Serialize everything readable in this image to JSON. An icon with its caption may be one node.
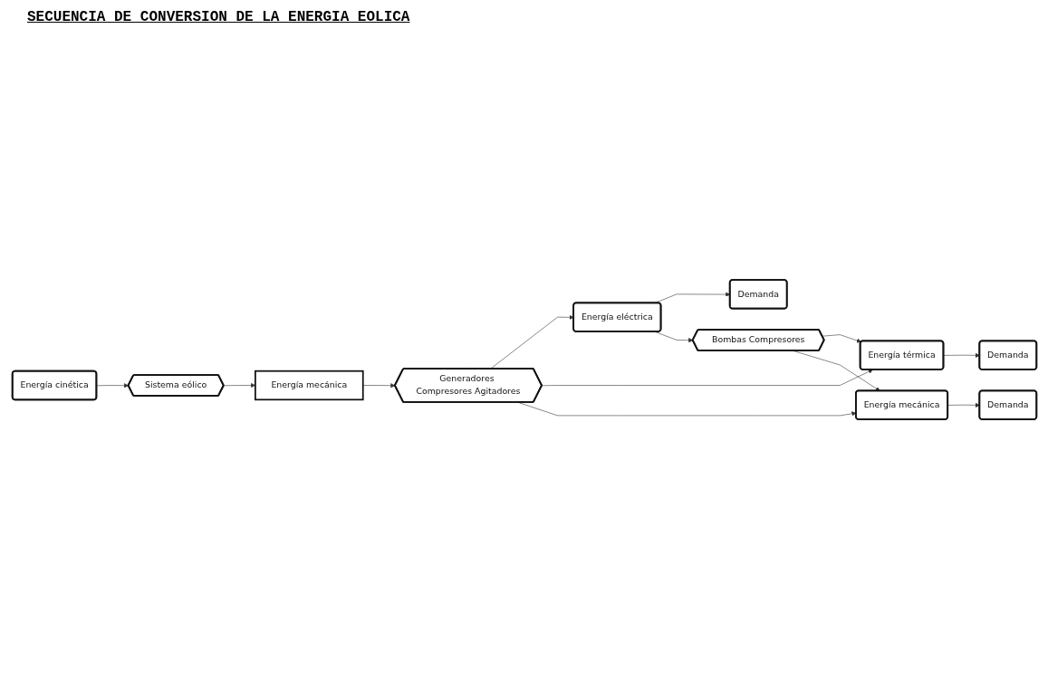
{
  "diagram": {
    "title": "SECUENCIA DE CONVERSION DE LA ENERGIA EOLICA",
    "nodes": [
      {
        "text": [
          "Energía cinética"
        ]
      },
      {
        "text": [
          "Sistema eólico"
        ]
      },
      {
        "text": [
          "Energía mecánica"
        ]
      },
      {
        "text": [
          "Generadores Compresores Agitadores"
        ]
      },
      {
        "text": [
          "Demanda"
        ]
      },
      {
        "text": [
          "Energía eléctrica"
        ]
      },
      {
        "text": [
          "Bombas Compresores"
        ]
      },
      {
        "text": [
          "Demanda"
        ]
      },
      {
        "text": [
          "Energía térmica"
        ]
      },
      {
        "text": [
          "Energía mecánica"
        ]
      },
      {
        "text": [
          "Demanda"
        ]
      }
    ],
    "edges": [
      {
        "from": 0,
        "to": 1,
        "arrow": "to"
      },
      {
        "from": 1,
        "to": 2,
        "arrow": "to"
      },
      {
        "from": 2,
        "to": 3,
        "arrow": "to"
      },
      {
        "from": 3,
        "to": 5,
        "arrow": "to"
      },
      {
        "from": 3,
        "to": 8,
        "arrow": "to"
      },
      {
        "from": 3,
        "to": 9,
        "arrow": "to"
      },
      {
        "from": 5,
        "to": 4,
        "arrow": "to"
      },
      {
        "from": 5,
        "to": 6,
        "arrow": "to"
      },
      {
        "from": 6,
        "to": 8,
        "arrow": "to"
      },
      {
        "from": 6,
        "to": 9,
        "arrow": "to"
      },
      {
        "from": 8,
        "to": 7,
        "arrow": "to"
      },
      {
        "from": 9,
        "to": 10,
        "arrow": "to"
      }
    ]
  }
}
